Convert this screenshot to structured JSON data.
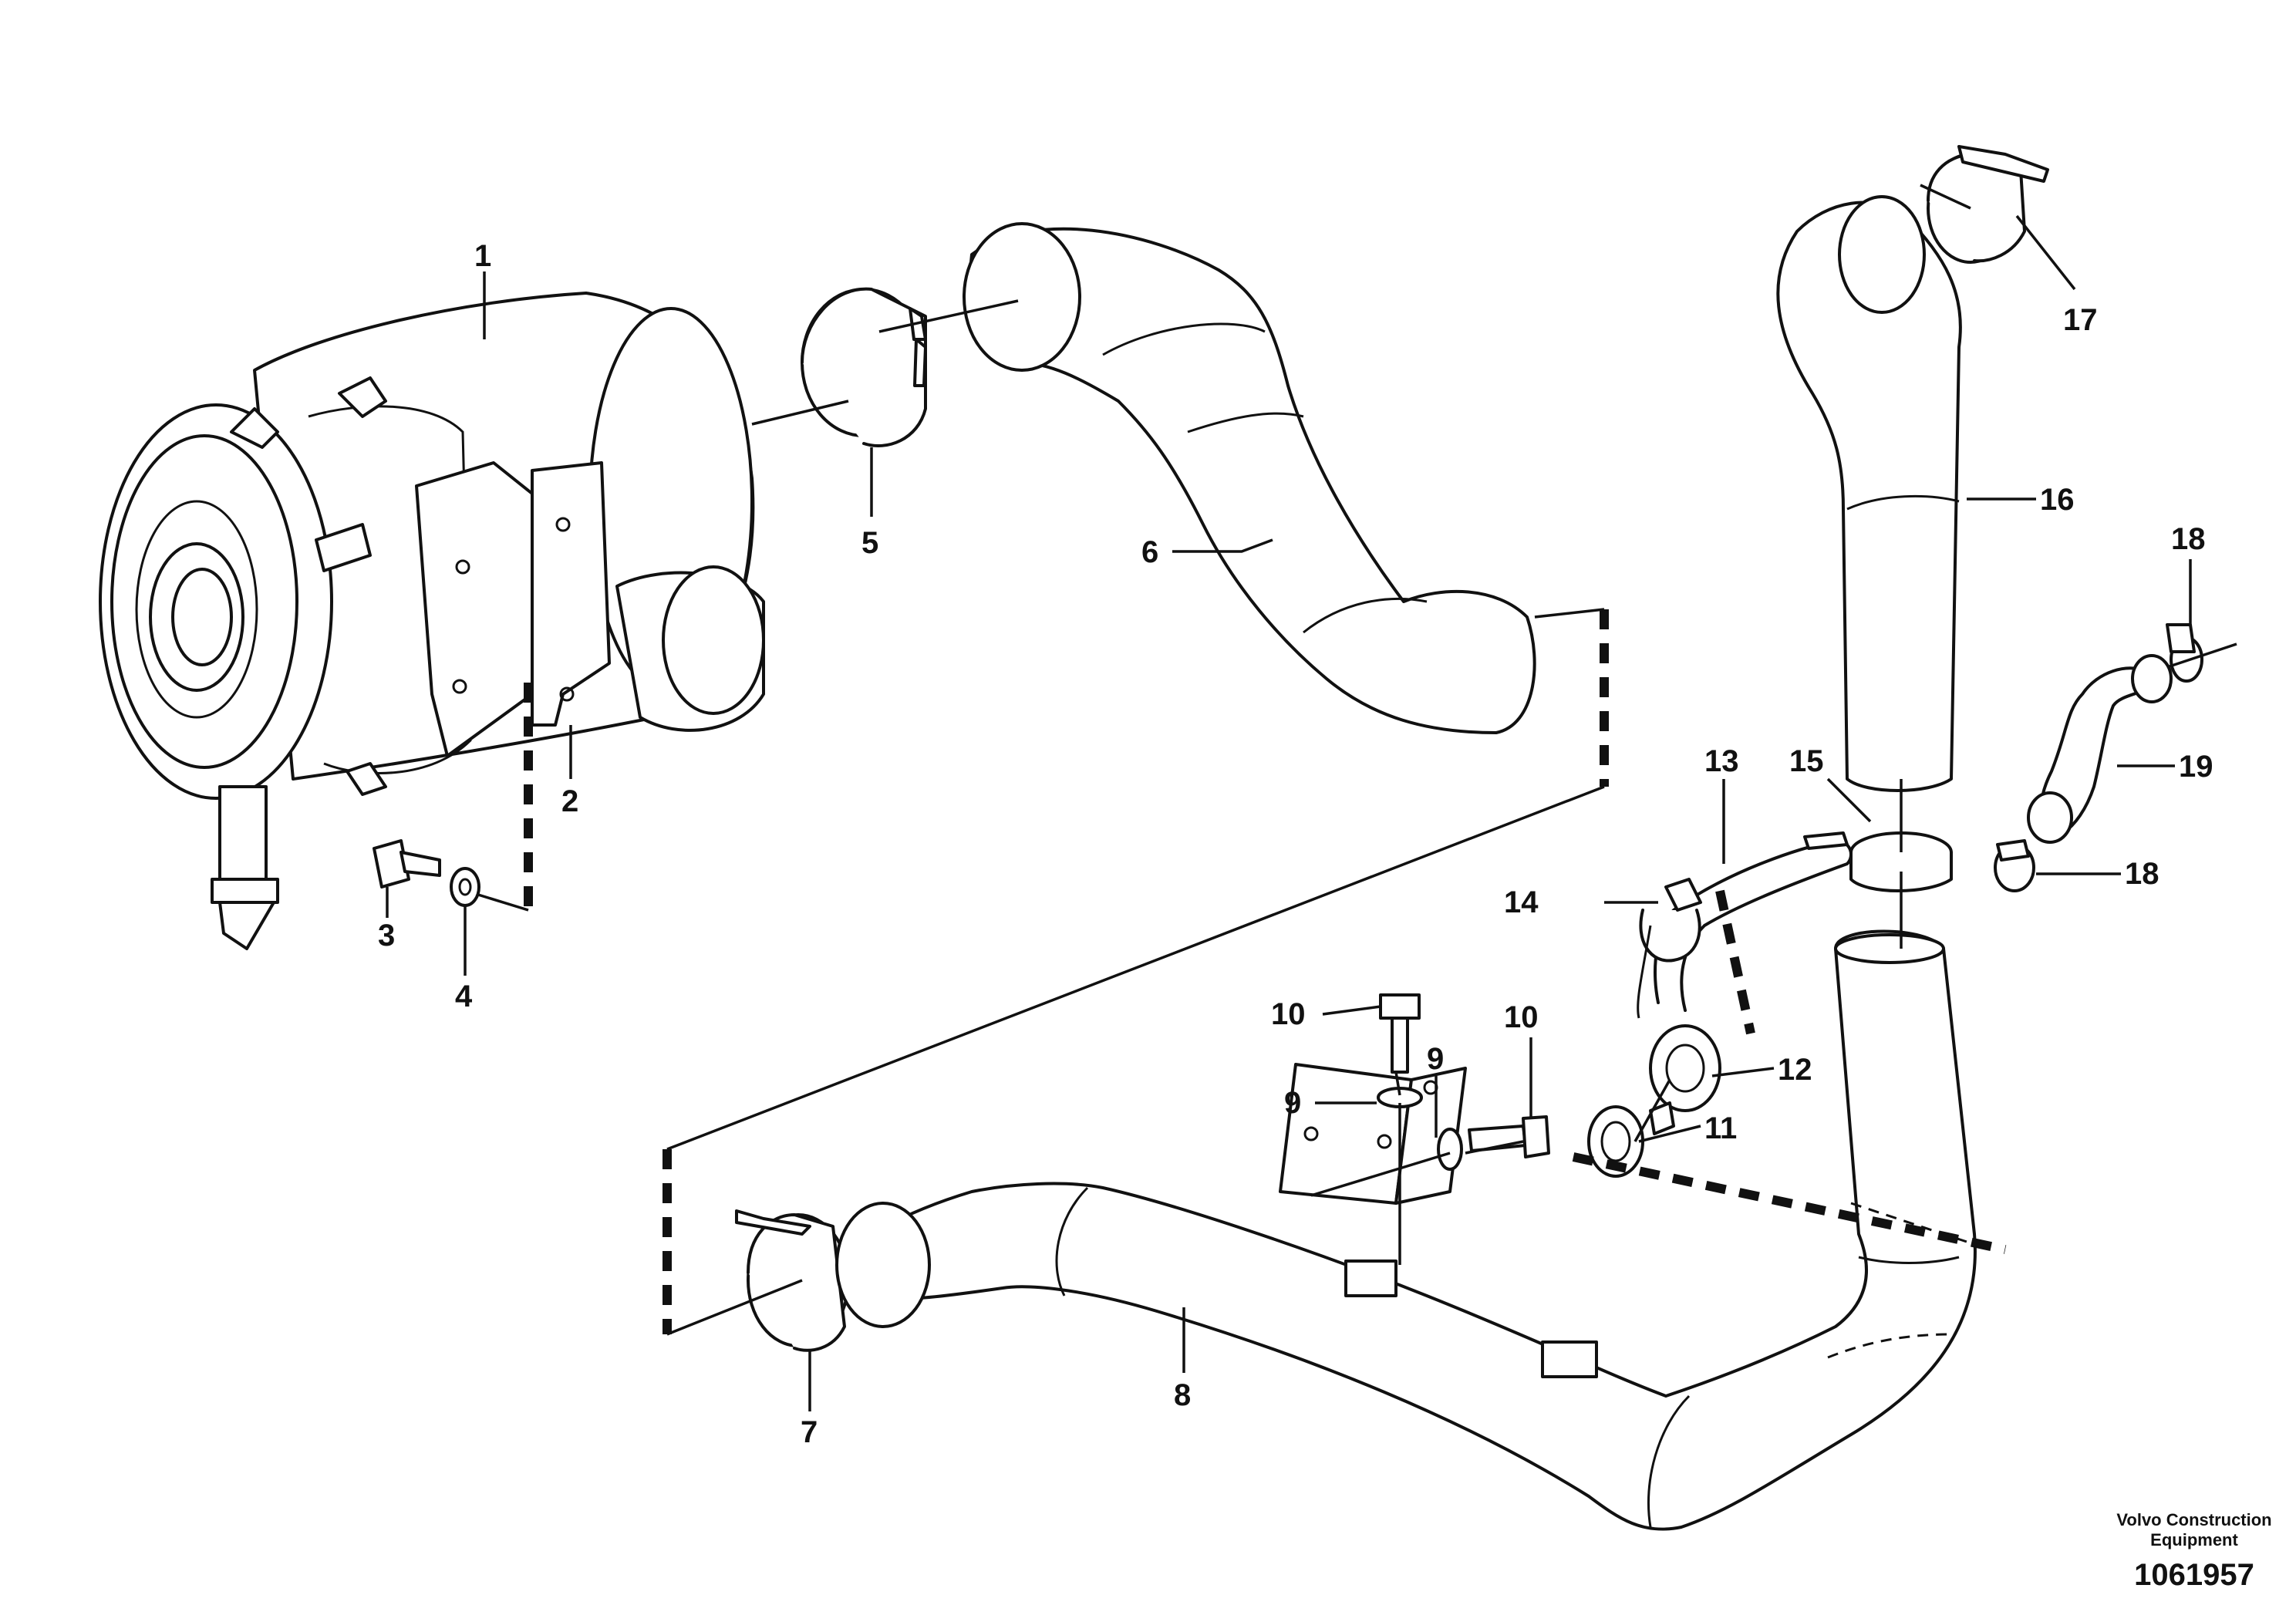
{
  "callouts": [
    "1",
    "2",
    "3",
    "4",
    "5",
    "6",
    "7",
    "8",
    "9",
    "9",
    "10",
    "10",
    "11",
    "12",
    "13",
    "14",
    "15",
    "16",
    "17",
    "18",
    "18",
    "19"
  ],
  "footer": {
    "brand_line1": "Volvo Construction",
    "brand_line2": "Equipment",
    "drawing_number": "1061957"
  }
}
